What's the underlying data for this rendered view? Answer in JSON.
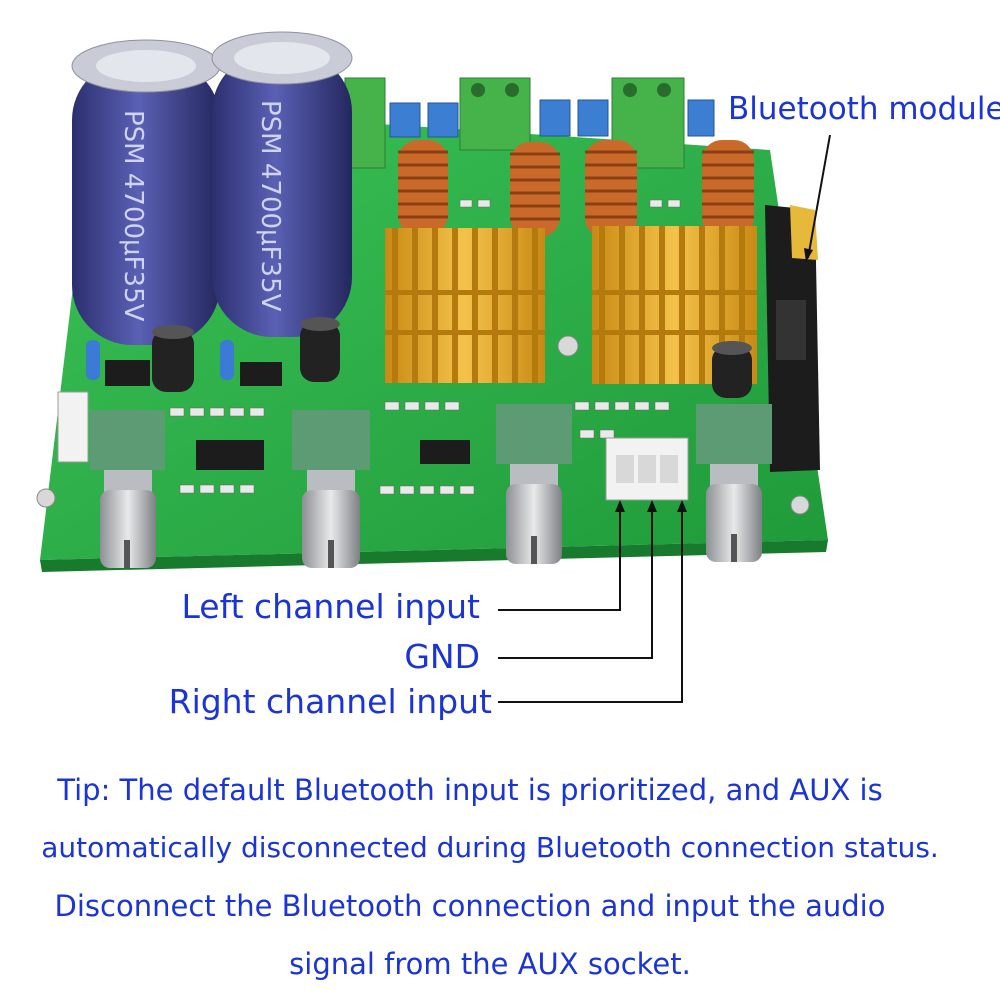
{
  "labels": {
    "bluetooth_module": "Bluetooth module",
    "left_channel": "Left channel input",
    "gnd": "GND",
    "right_channel": "Right channel input"
  },
  "tip": [
    "Tip: The default Bluetooth input is prioritized, and AUX is",
    "automatically disconnected during Bluetooth connection status.",
    "Disconnect the Bluetooth connection and input the audio",
    "signal from the AUX socket."
  ],
  "capacitor_text": "PSM 4700μF35V",
  "colors": {
    "label_blue": "#1a34d6",
    "pcb_green": "#2fb34a",
    "capacitor_blue": "#3a3f8c",
    "heatsink_gold": "#e0a526",
    "inductor_copper": "#c96a2a"
  }
}
